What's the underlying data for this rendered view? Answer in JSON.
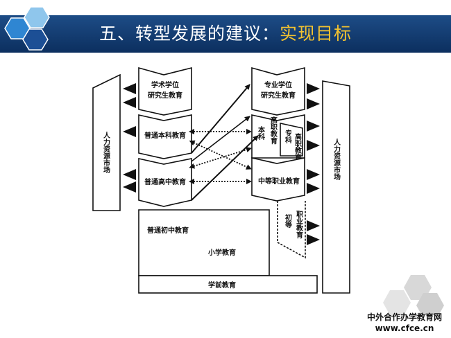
{
  "header": {
    "title_prefix": "五、转型发展的建议：",
    "title_highlight": "实现目标"
  },
  "diagram": {
    "left_market": "人力资源市场",
    "right_market": "人力资源市场",
    "academic_grad_1": "学术学位",
    "academic_grad_2": "研究生教育",
    "professional_grad_1": "专业学位",
    "professional_grad_2": "研究生教育",
    "general_undergrad": "普通本科教育",
    "general_high": "普通高中教育",
    "general_middle": "普通初中教育",
    "primary": "小学教育",
    "preschool": "学前教育",
    "secondary_vocational": "中等职业教育",
    "vocational_undergrad_a": "高职教育",
    "vocational_undergrad_b": "本科",
    "vocational_college_a": "专科",
    "vocational_college_b": "高职教育",
    "junior_vocational_a": "初等",
    "junior_vocational_b": "职业教育"
  },
  "footer": {
    "watermark_line1": "中外合作办学教育网",
    "watermark_line2": "www.cfce.cn"
  },
  "colors": {
    "banner": "#123a6e",
    "highlight": "#f2c230",
    "hex_light": "#8fc6ec",
    "hex_mid": "#2f86d2",
    "hex_dark": "#1c4f95"
  }
}
